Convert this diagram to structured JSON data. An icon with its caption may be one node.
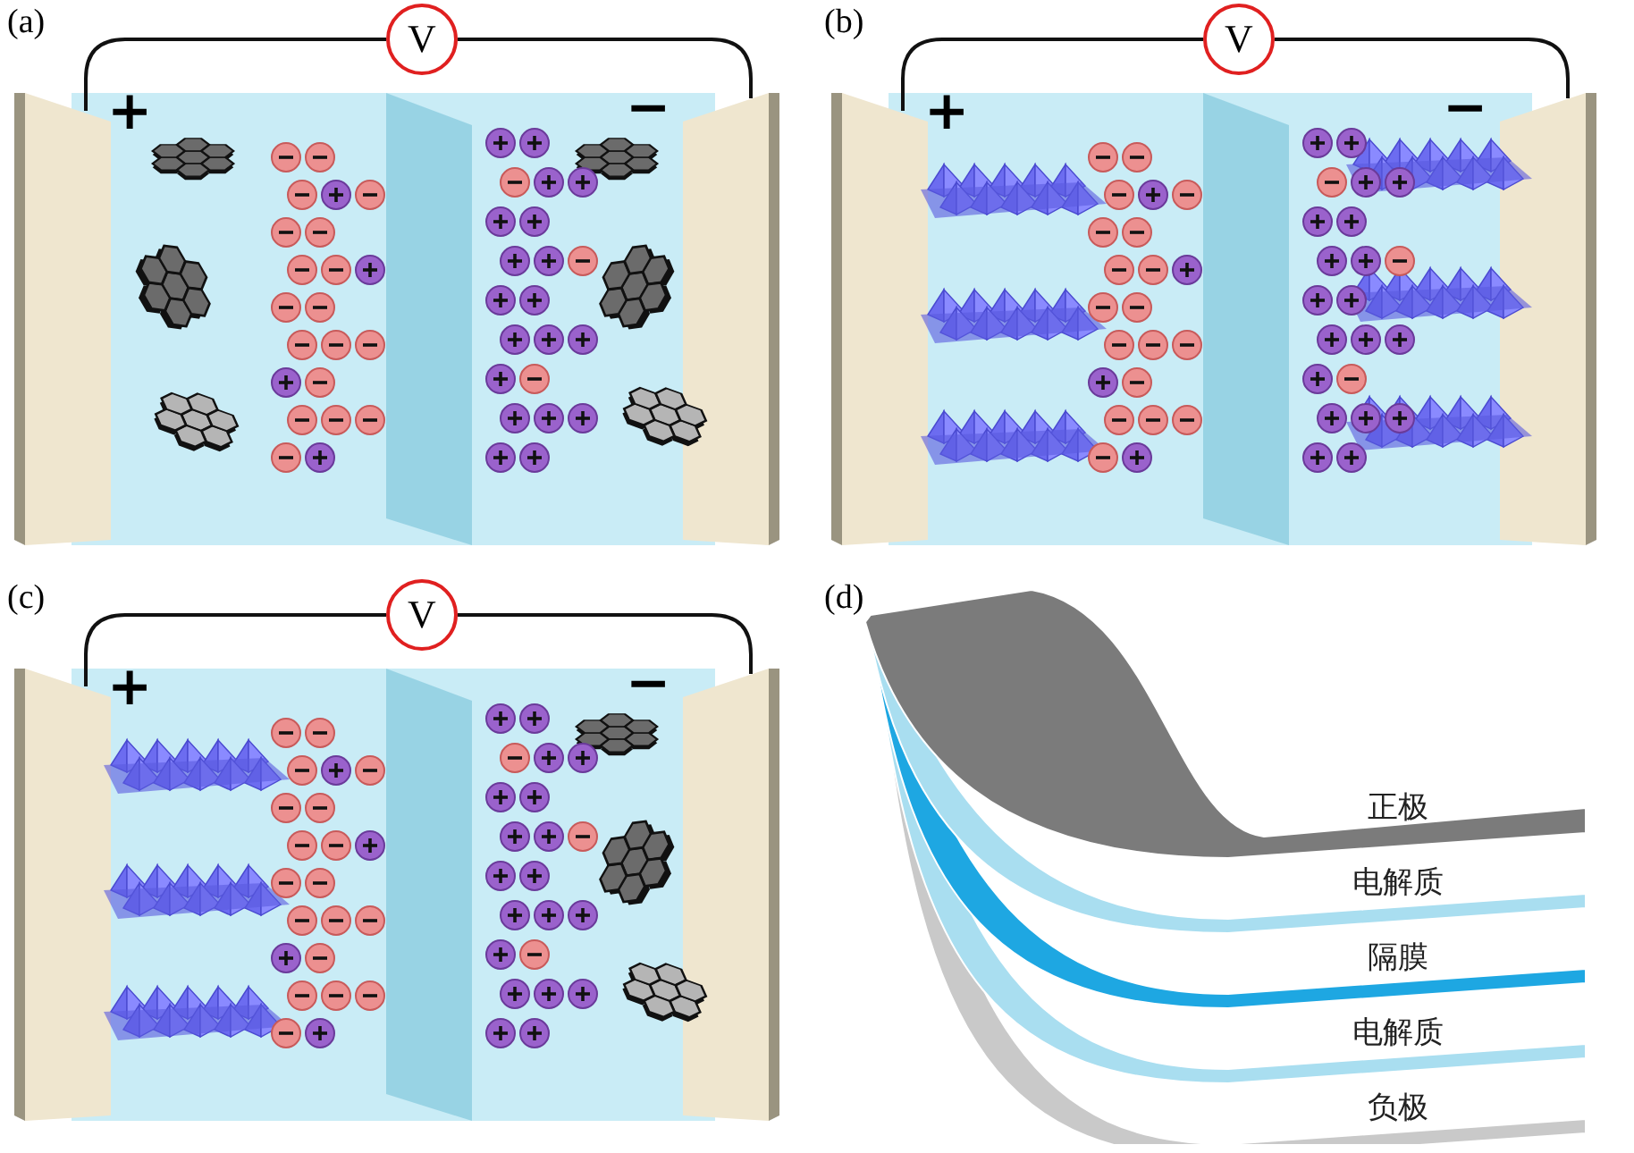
{
  "diagram": {
    "nodes": [
      {
        "text": [
          "V"
        ]
      },
      {
        "text": [],
        "shape": "box"
      },
      {
        "text": [],
        "shape": "box"
      },
      {
        "text": [
          "V"
        ]
      },
      {
        "text": [],
        "shape": "box"
      },
      {
        "text": [],
        "shape": "box"
      },
      {
        "text": [
          "V"
        ]
      },
      {
        "text": [],
        "shape": "box"
      },
      {
        "text": [],
        "shape": "box"
      },
      {
        "text": [
          "正极"
        ]
      },
      {
        "text": [
          "电解质"
        ]
      },
      {
        "text": [
          "隔膜"
        ]
      },
      {
        "text": [
          "电解质"
        ]
      },
      {
        "text": [
          "负极"
        ]
      }
    ],
    "edges": [
      {
        "from": 0,
        "to": 1,
        "arrow": "none"
      },
      {
        "from": 0,
        "to": 2,
        "arrow": "none"
      },
      {
        "from": 3,
        "to": 4,
        "arrow": "none"
      },
      {
        "from": 3,
        "to": 5,
        "arrow": "none"
      },
      {
        "from": 6,
        "to": 7,
        "arrow": "none"
      },
      {
        "from": 6,
        "to": 8,
        "arrow": "none"
      }
    ],
    "labels": [
      "(a)",
      "+",
      "−",
      "(b)",
      "+",
      "−",
      "(c)",
      "+",
      "−",
      "(d)"
    ]
  }
}
